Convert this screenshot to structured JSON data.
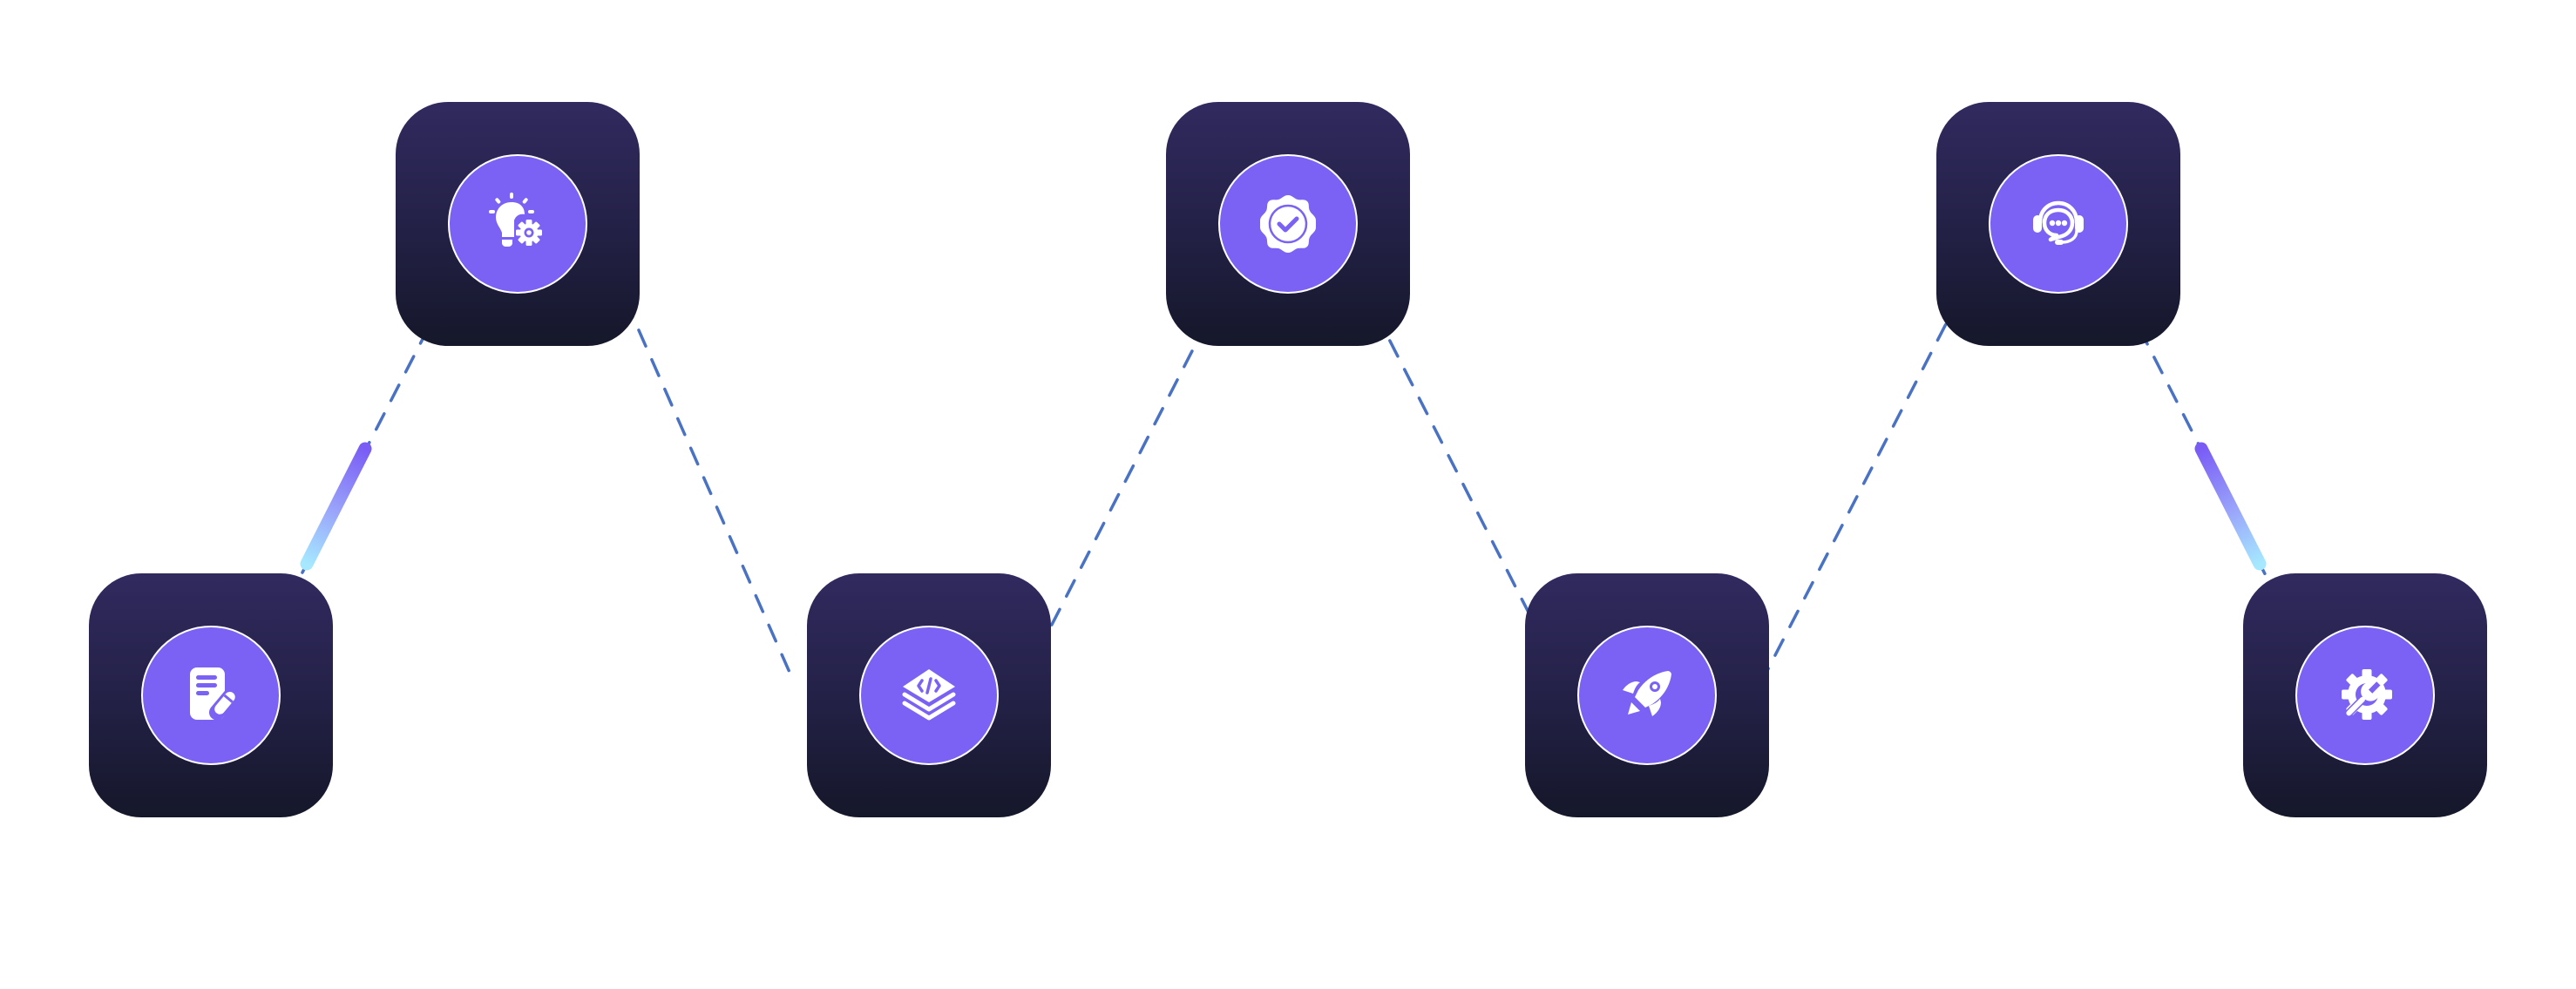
{
  "diagram": {
    "type": "zigzag-process-flow",
    "colors": {
      "card_top": "#312a5f",
      "card_bottom": "#15172a",
      "badge": "#7b61f4",
      "badge_border": "#ffffff",
      "icon": "#ffffff",
      "connector": "#4a72c4",
      "highlight_start": "#7a5cf5",
      "highlight_end": "#a5e8ff"
    },
    "steps": [
      {
        "id": "step-1",
        "icon": "notes-edit-icon",
        "row": "bottom"
      },
      {
        "id": "step-2",
        "icon": "idea-gear-icon",
        "row": "top"
      },
      {
        "id": "step-3",
        "icon": "code-layers-icon",
        "row": "bottom"
      },
      {
        "id": "step-4",
        "icon": "verified-badge-icon",
        "row": "top"
      },
      {
        "id": "step-5",
        "icon": "rocket-icon",
        "row": "bottom"
      },
      {
        "id": "step-6",
        "icon": "support-headset-icon",
        "row": "top"
      },
      {
        "id": "step-7",
        "icon": "settings-wrench-icon",
        "row": "bottom"
      }
    ],
    "connectors": [
      {
        "from": "step-1",
        "to": "step-2",
        "style": "dashed",
        "highlighted": true
      },
      {
        "from": "step-2",
        "to": "step-3",
        "style": "dashed",
        "highlighted": false
      },
      {
        "from": "step-3",
        "to": "step-4",
        "style": "dashed",
        "highlighted": false
      },
      {
        "from": "step-4",
        "to": "step-5",
        "style": "dashed",
        "highlighted": false
      },
      {
        "from": "step-5",
        "to": "step-6",
        "style": "dashed",
        "highlighted": false
      },
      {
        "from": "step-6",
        "to": "step-7",
        "style": "dashed",
        "highlighted": true
      }
    ]
  }
}
